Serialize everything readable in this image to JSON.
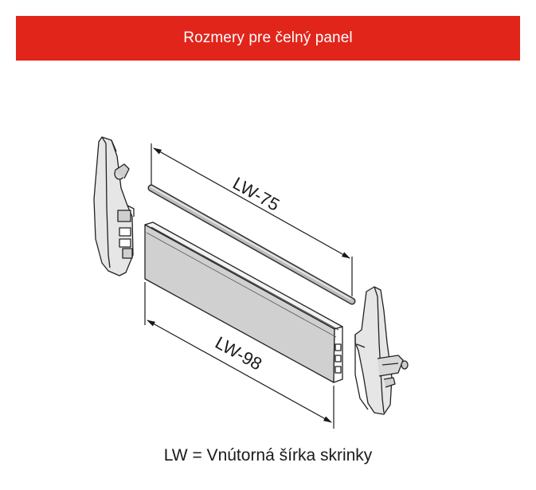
{
  "header": {
    "title": "Rozmery pre čelný panel",
    "color": "#e1251b"
  },
  "dimensions": {
    "top_bar": "LW-75",
    "front_panel": "LW-98"
  },
  "caption": "LW = Vnútorná šírka skrinky",
  "icons": [
    "left-end-bracket",
    "right-end-bracket",
    "round-rail",
    "front-panel-profile"
  ]
}
